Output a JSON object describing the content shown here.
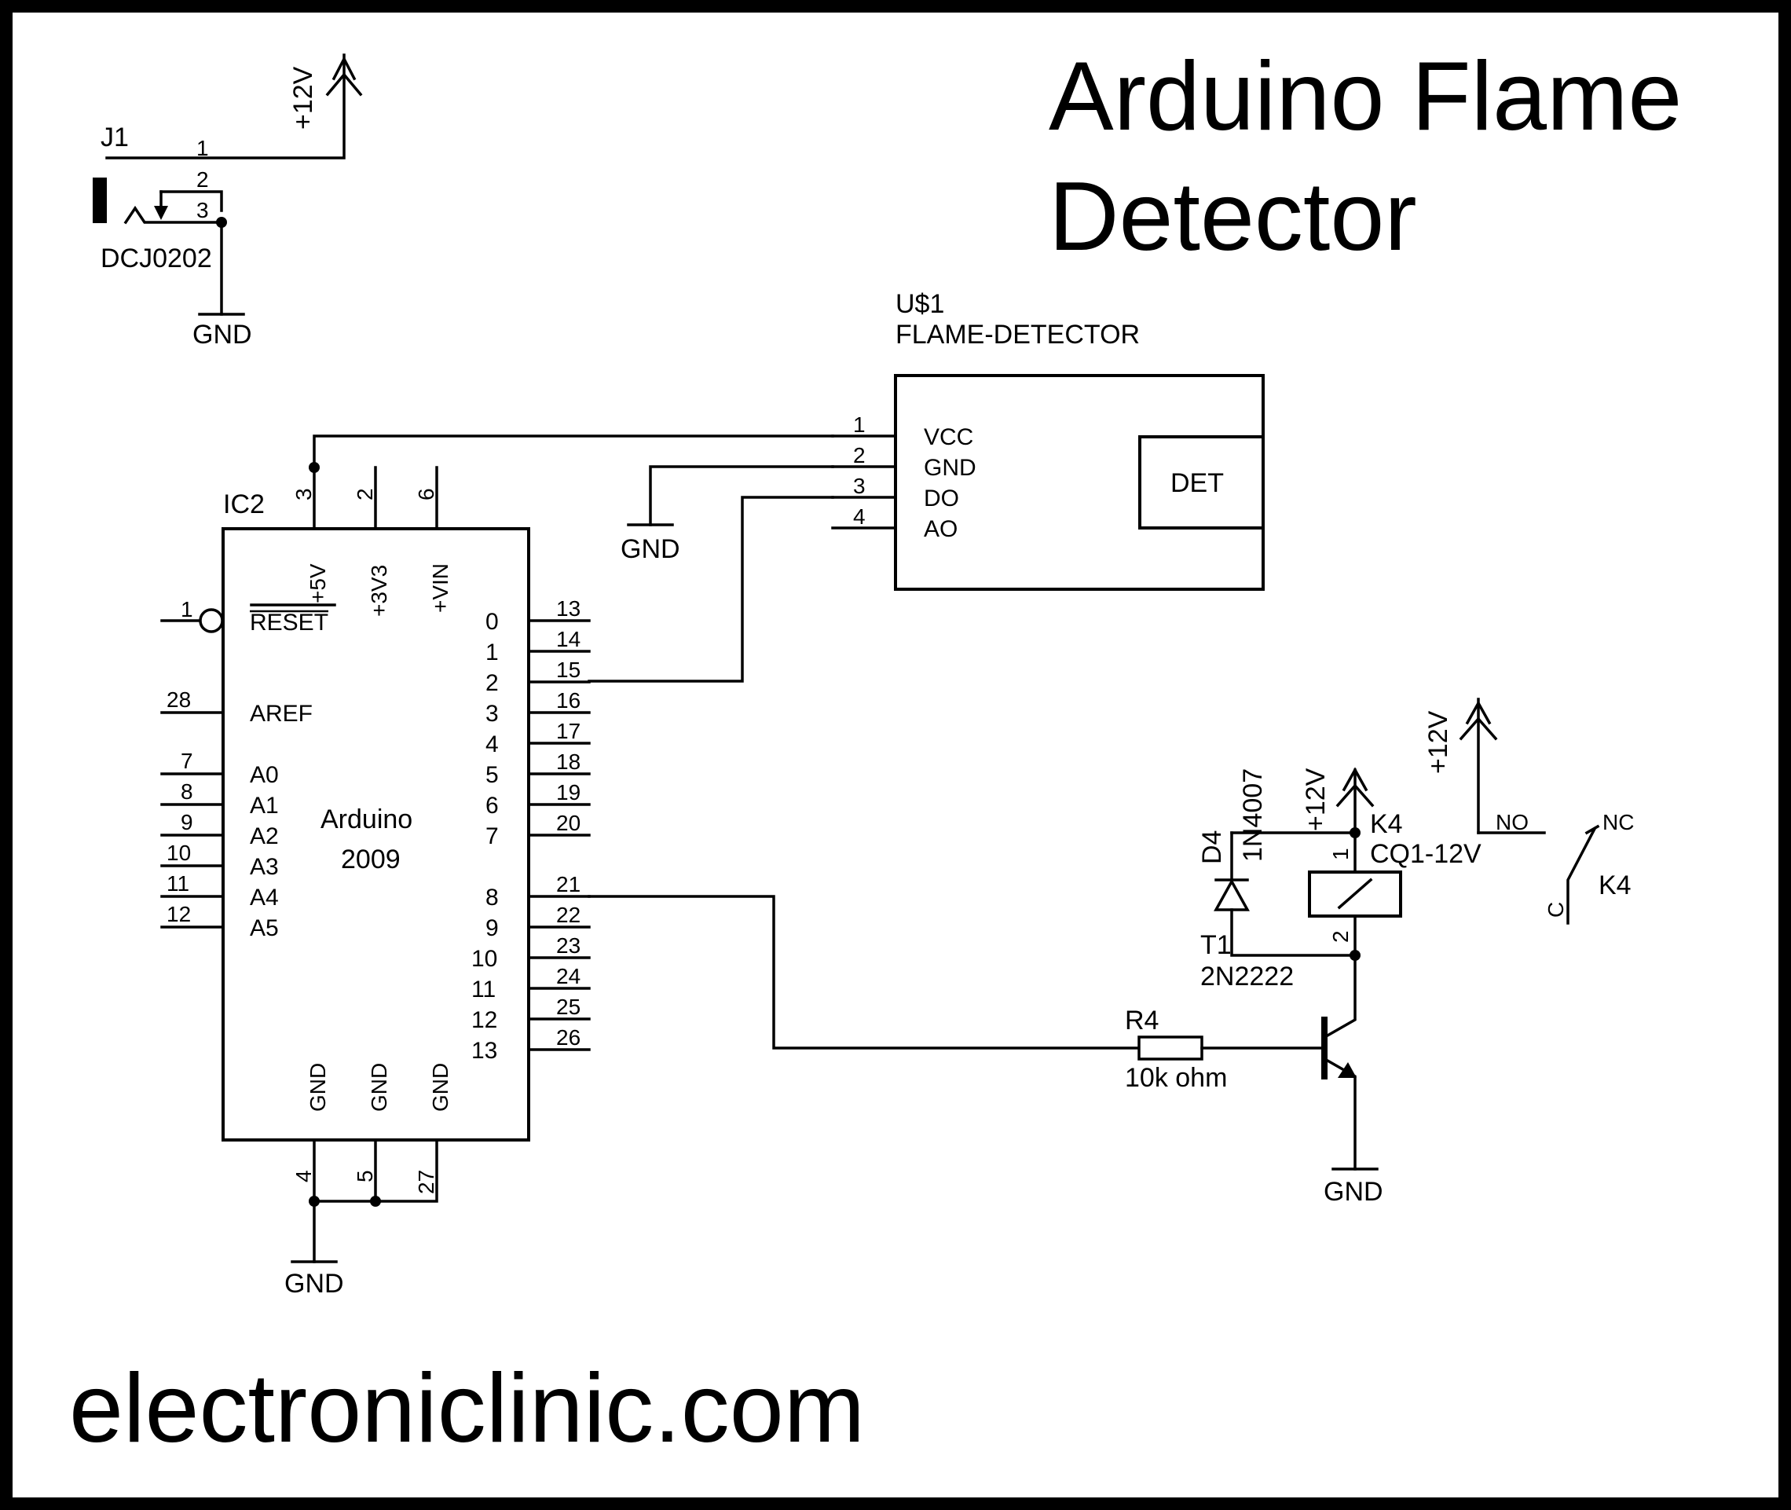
{
  "title": {
    "line1": "Arduino Flame",
    "line2": "Detector"
  },
  "website": "electroniclinic.com",
  "labels": {
    "gnd": "GND",
    "plus12v": "+12V"
  },
  "j1": {
    "ref": "J1",
    "value": "DCJ0202",
    "pins": [
      "1",
      "2",
      "3"
    ]
  },
  "u1": {
    "ref": "U$1",
    "value": "FLAME-DETECTOR",
    "pin_numbers": [
      "1",
      "2",
      "3",
      "4"
    ],
    "pin_names": [
      "VCC",
      "GND",
      "DO",
      "AO"
    ],
    "inner": "DET"
  },
  "ic2": {
    "ref": "IC2",
    "name_line1": "Arduino",
    "name_line2": "2009",
    "top_pins": [
      {
        "num": "3",
        "name": "+5V"
      },
      {
        "num": "2",
        "name": "+3V3"
      },
      {
        "num": "6",
        "name": "+VIN"
      }
    ],
    "bottom_pins": [
      {
        "num": "4",
        "name": "GND"
      },
      {
        "num": "5",
        "name": "GND"
      },
      {
        "num": "27",
        "name": "GND"
      }
    ],
    "left_pins": [
      {
        "num": "1",
        "name": "RESET"
      },
      {
        "num": "28",
        "name": "AREF"
      },
      {
        "num": "7",
        "name": "A0"
      },
      {
        "num": "8",
        "name": "A1"
      },
      {
        "num": "9",
        "name": "A2"
      },
      {
        "num": "10",
        "name": "A3"
      },
      {
        "num": "11",
        "name": "A4"
      },
      {
        "num": "12",
        "name": "A5"
      }
    ],
    "right_pins_top": [
      {
        "num": "13",
        "name": "0"
      },
      {
        "num": "14",
        "name": "1"
      },
      {
        "num": "15",
        "name": "2"
      },
      {
        "num": "16",
        "name": "3"
      },
      {
        "num": "17",
        "name": "4"
      },
      {
        "num": "18",
        "name": "5"
      },
      {
        "num": "19",
        "name": "6"
      },
      {
        "num": "20",
        "name": "7"
      }
    ],
    "right_pins_bottom": [
      {
        "num": "21",
        "name": "8"
      },
      {
        "num": "22",
        "name": "9"
      },
      {
        "num": "23",
        "name": "10"
      },
      {
        "num": "24",
        "name": "11"
      },
      {
        "num": "25",
        "name": "12"
      },
      {
        "num": "26",
        "name": "13"
      }
    ]
  },
  "d4": {
    "ref": "D4",
    "value": "1N4007"
  },
  "k4": {
    "ref": "K4",
    "value": "CQ1-12V",
    "pins": [
      "1",
      "2"
    ],
    "contact_no": "NO",
    "contact_nc": "NC",
    "contact_c": "C",
    "switch_ref": "K4"
  },
  "t1": {
    "ref": "T1",
    "value": "2N2222"
  },
  "r4": {
    "ref": "R4",
    "value": "10k ohm"
  }
}
